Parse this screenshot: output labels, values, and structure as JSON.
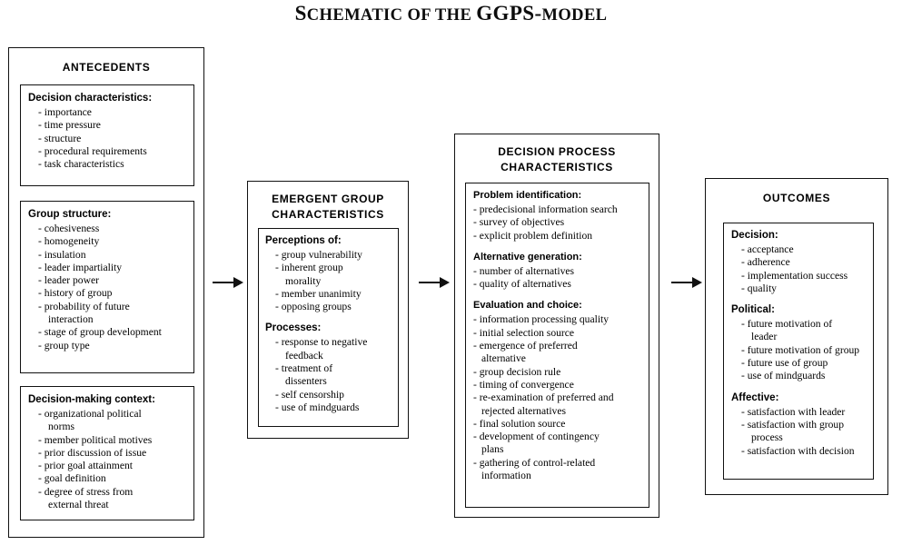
{
  "title": {
    "part1": "S",
    "part2": "CHEMATIC OF THE ",
    "part3": "GGPS",
    "part4": "-",
    "part5": "MODEL",
    "full": "SCHEMATIC OF THE GGPS-MODEL"
  },
  "columns": [
    {
      "id": "antecedents",
      "heading": "ANTECEDENTS",
      "boxes": [
        {
          "id": "decision-characteristics",
          "heading": "Decision characteristics:",
          "items": [
            "importance",
            "time pressure",
            "structure",
            "procedural requirements",
            "task characteristics"
          ]
        },
        {
          "id": "group-structure",
          "heading": "Group structure:",
          "items": [
            "cohesiveness",
            "homogeneity",
            "insulation",
            "leader impartiality",
            "leader power",
            "history of group",
            "probability of future\n   interaction",
            "stage of group development",
            "group type"
          ]
        },
        {
          "id": "decision-making-context",
          "heading": "Decision-making context:",
          "items": [
            "organizational political\n   norms",
            "member political motives",
            "prior discussion of issue",
            "prior goal attainment",
            "goal definition",
            "degree of stress from\n   external threat"
          ]
        }
      ]
    },
    {
      "id": "emergent-group-characteristics",
      "heading": "EMERGENT GROUP\nCHARACTERISTICS",
      "heading_line1": "EMERGENT GROUP",
      "heading_line2": "CHARACTERISTICS",
      "boxes": [
        {
          "id": "emergent-groups",
          "groups": [
            {
              "heading": "Perceptions of:",
              "items": [
                "group vulnerability",
                "inherent group\n   morality",
                "member unanimity",
                "opposing groups"
              ]
            },
            {
              "heading": "Processes:",
              "items": [
                "response to negative\n   feedback",
                "treatment of\n   dissenters",
                "self censorship",
                "use of mindguards"
              ]
            }
          ]
        }
      ]
    },
    {
      "id": "decision-process-characteristics",
      "heading": "DECISION PROCESS\nCHARACTERISTICS",
      "heading_line1": "DECISION PROCESS",
      "heading_line2": "CHARACTERISTICS",
      "boxes": [
        {
          "id": "decision-process-groups",
          "groups": [
            {
              "heading": "Problem identification:",
              "items": [
                "predecisional information search",
                "survey of objectives",
                "explicit problem definition"
              ]
            },
            {
              "heading": "Alternative generation:",
              "items": [
                "number of alternatives",
                "quality of alternatives"
              ]
            },
            {
              "heading": "Evaluation and choice:",
              "items": [
                "information processing quality",
                "initial selection source",
                "emergence of preferred\n  alternative",
                "group decision rule",
                "timing of convergence",
                "re-examination of preferred and\n  rejected alternatives",
                "final solution source",
                "development of contingency\n  plans",
                "gathering of control-related\n  information"
              ]
            }
          ]
        }
      ]
    },
    {
      "id": "outcomes",
      "heading": "OUTCOMES",
      "boxes": [
        {
          "id": "outcome-groups",
          "groups": [
            {
              "heading": "Decision:",
              "items": [
                "acceptance",
                "adherence",
                "implementation success",
                "quality"
              ]
            },
            {
              "heading": "Political:",
              "items": [
                "future motivation of\n   leader",
                "future motivation of group",
                "future use of group",
                "use of mindguards"
              ]
            },
            {
              "heading": "Affective:",
              "items": [
                "satisfaction with leader",
                "satisfaction with group\n   process",
                "satisfaction with decision"
              ]
            }
          ]
        }
      ]
    }
  ],
  "arrows": [
    {
      "id": "arrow-1",
      "from": "antecedents",
      "to": "emergent-group-characteristics"
    },
    {
      "id": "arrow-2",
      "from": "emergent-group-characteristics",
      "to": "decision-process-characteristics"
    },
    {
      "id": "arrow-3",
      "from": "decision-process-characteristics",
      "to": "outcomes"
    }
  ],
  "colors": {
    "background": "#ffffff",
    "stroke": "#111111",
    "text": "#000000"
  }
}
